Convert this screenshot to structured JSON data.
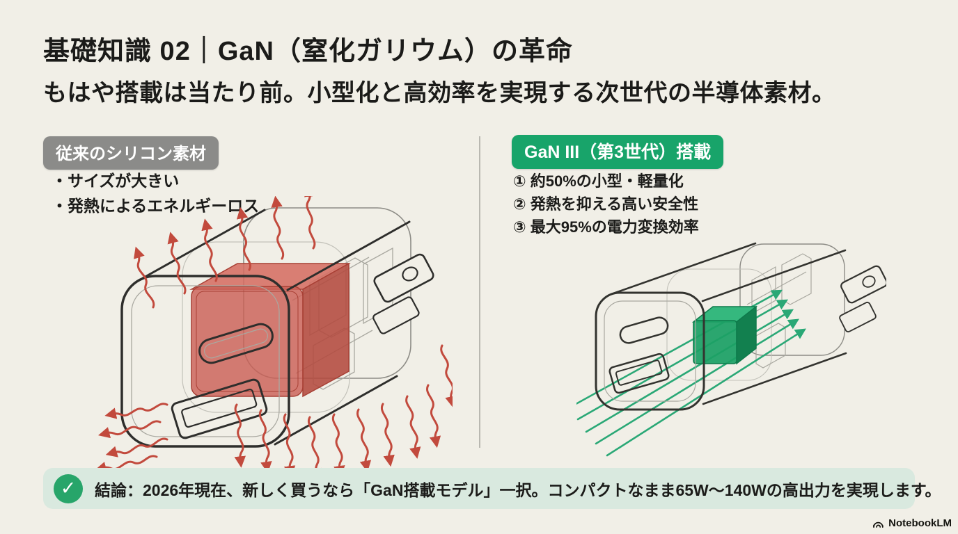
{
  "page": {
    "title": "基礎知識 02｜GaN（窒化ガリウム）の革命",
    "subtitle": "もはや搭載は当たり前。小型化と高効率を実現する次世代の半導体素材。"
  },
  "left_panel": {
    "badge": "従来のシリコン素材",
    "bullets": [
      "・サイズが大きい",
      "・発熱によるエネルギーロス"
    ],
    "illustration": "silicon-charger-with-heat-waves"
  },
  "right_panel": {
    "badge": "GaN III（第3世代）搭載",
    "bullets": [
      "① 約50%の小型・軽量化",
      "② 発熱を抑える高い安全性",
      "③ 最大95%の電力変換効率"
    ],
    "illustration": "gan-charger-with-efficient-flow"
  },
  "conclusion": {
    "check_icon": "✓",
    "text": "結論：2026年現在、新しく買うなら「GaN搭載モデル」一択。コンパクトなまま65W〜140Wの高出力を実現します。"
  },
  "footer": {
    "brand": "NotebookLM"
  },
  "colors": {
    "background": "#f1efe7",
    "gray_badge": "#8b8b89",
    "green_accent": "#18a46a",
    "red_heat": "#c24a3d",
    "banner_bg": "#d9e9df",
    "text": "#1b1b19"
  }
}
